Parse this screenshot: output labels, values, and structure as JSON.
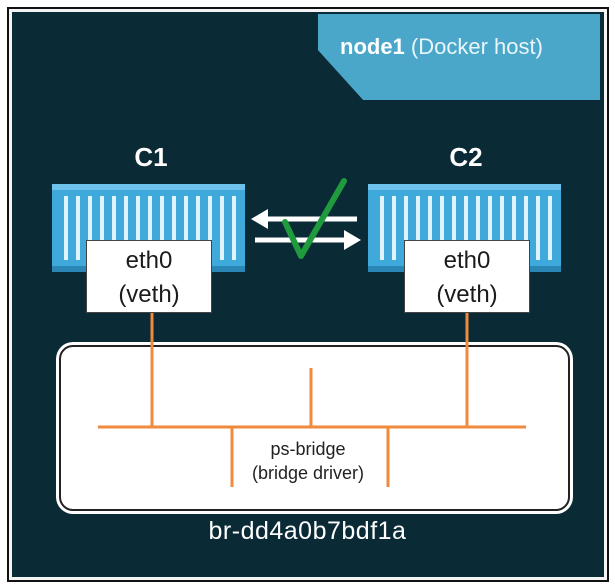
{
  "host": {
    "name": "node1",
    "desc": "(Docker host)"
  },
  "containers": [
    {
      "name": "C1",
      "iface_name": "eth0",
      "iface_type": "(veth)"
    },
    {
      "name": "C2",
      "iface_name": "eth0",
      "iface_type": "(veth)"
    }
  ],
  "bridge": {
    "name": "ps-bridge",
    "driver": "(bridge driver)",
    "device": "br-dd4a0b7bdf1a"
  },
  "colors": {
    "background": "#0a2a35",
    "host_tab": "#4aa7c9",
    "container": "#3fa9dc",
    "wire": "#f08a3c",
    "check": "#1f9a3c"
  },
  "icons": {
    "connectivity": "check-icon",
    "traffic": "bidirectional-arrows-icon"
  }
}
